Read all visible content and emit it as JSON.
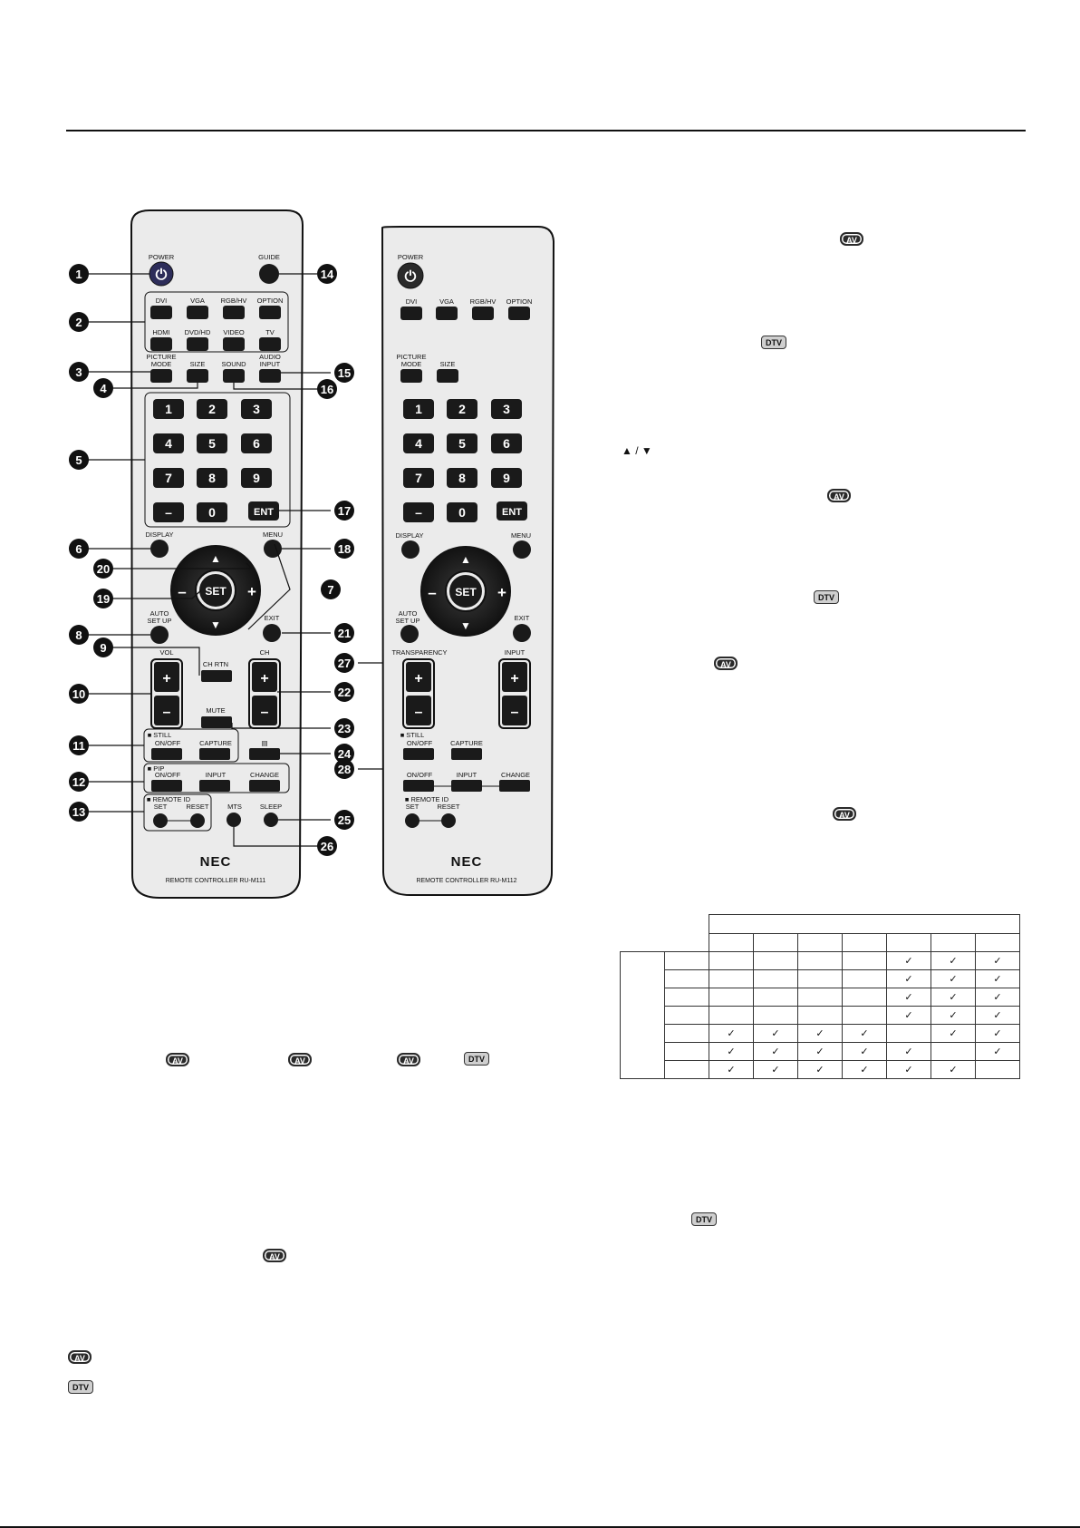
{
  "remote_a": {
    "labels": {
      "power": "POWER",
      "guide": "GUIDE",
      "dvi": "DVI",
      "vga": "VGA",
      "rgbhv": "RGB/HV",
      "option": "OPTION",
      "hdmi": "HDMI",
      "dvdhd": "DVD/HD",
      "video": "VIDEO",
      "tv": "TV",
      "picture_mode_1": "PICTURE",
      "picture_mode_2": "MODE",
      "size": "SIZE",
      "sound": "SOUND",
      "audio_input_1": "AUDIO",
      "audio_input_2": "INPUT",
      "display": "DISPLAY",
      "menu": "MENU",
      "set": "SET",
      "auto_setup_1": "AUTO",
      "auto_setup_2": "SET UP",
      "exit": "EXIT",
      "vol": "VOL",
      "chrtn": "CH RTN",
      "ch": "CH",
      "mute": "MUTE",
      "still": "■ STILL",
      "onoff": "ON/OFF",
      "capture": "CAPTURE",
      "pip": "■ PIP",
      "input": "INPUT",
      "change": "CHANGE",
      "remote_id": "■ REMOTE ID",
      "rid_set": "SET",
      "reset": "RESET",
      "mts": "MTS",
      "sleep": "SLEEP",
      "ent": "ENT",
      "plus": "+",
      "minus": "–"
    },
    "keypad": [
      "1",
      "2",
      "3",
      "4",
      "5",
      "6",
      "7",
      "8",
      "9",
      "–",
      "0"
    ],
    "brand": "NEC",
    "model": "REMOTE CONTROLLER RU-M111",
    "callouts": [
      "1",
      "2",
      "3",
      "4",
      "5",
      "6",
      "7",
      "8",
      "9",
      "10",
      "11",
      "12",
      "13",
      "14",
      "15",
      "16",
      "17",
      "18",
      "19",
      "20",
      "21",
      "22",
      "23",
      "24",
      "25",
      "26",
      "27",
      "28"
    ]
  },
  "remote_b": {
    "labels": {
      "power": "POWER",
      "dvi": "DVI",
      "vga": "VGA",
      "rgbhv": "RGB/HV",
      "option": "OPTION",
      "picture_mode_1": "PICTURE",
      "picture_mode_2": "MODE",
      "size": "SIZE",
      "display": "DISPLAY",
      "menu": "MENU",
      "set": "SET",
      "auto_setup_1": "AUTO",
      "auto_setup_2": "SET UP",
      "exit": "EXIT",
      "transparency": "TRANSPARENCY",
      "input": "INPUT",
      "still": "■ STILL",
      "onoff": "ON/OFF",
      "capture": "CAPTURE",
      "pip_input": "INPUT",
      "change": "CHANGE",
      "remote_id": "■ REMOTE ID",
      "rid_set": "SET",
      "reset": "RESET",
      "ent": "ENT",
      "plus": "+",
      "minus": "–"
    },
    "keypad": [
      "1",
      "2",
      "3",
      "4",
      "5",
      "6",
      "7",
      "8",
      "9",
      "–",
      "0"
    ],
    "brand": "NEC",
    "model": "REMOTE CONTROLLER RU-M112"
  },
  "badges": {
    "av": "AV",
    "dtv": "DTV"
  },
  "arrows": "▲ / ▼",
  "compat_table": {
    "rows": [
      [
        "",
        "",
        "",
        "",
        "✓",
        "✓",
        "✓"
      ],
      [
        "",
        "",
        "",
        "",
        "✓",
        "✓",
        "✓"
      ],
      [
        "",
        "",
        "",
        "",
        "✓",
        "✓",
        "✓"
      ],
      [
        "",
        "",
        "",
        "",
        "✓",
        "✓",
        "✓"
      ],
      [
        "✓",
        "✓",
        "✓",
        "✓",
        "",
        "✓",
        "✓"
      ],
      [
        "✓",
        "✓",
        "✓",
        "✓",
        "✓",
        "",
        "✓"
      ],
      [
        "✓",
        "✓",
        "✓",
        "✓",
        "✓",
        "✓",
        ""
      ]
    ]
  }
}
